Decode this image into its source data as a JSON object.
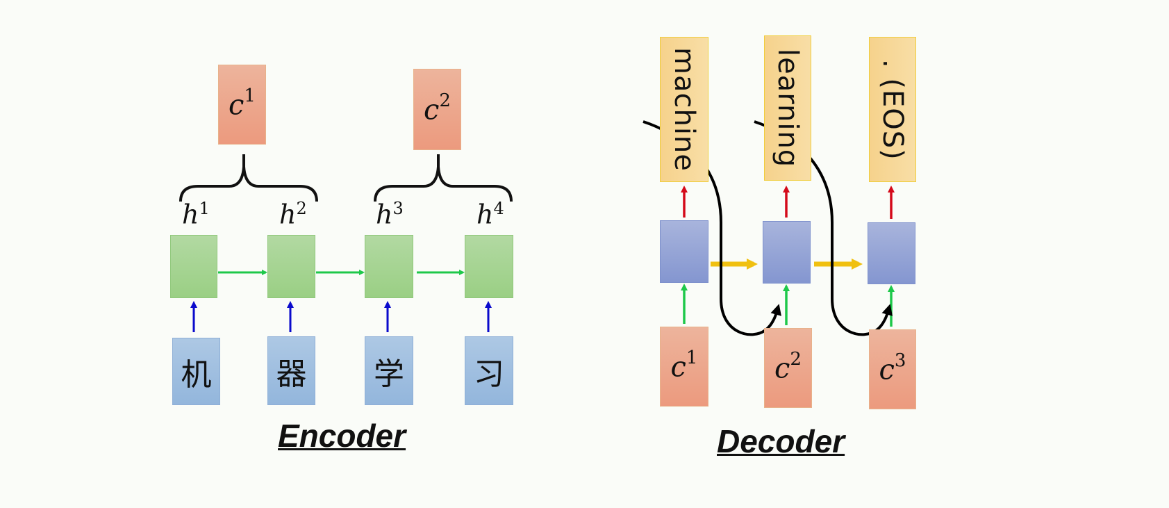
{
  "colors": {
    "background": "#fafcf8",
    "context_box": "#ec9f84",
    "hidden_box": "#a3d48e",
    "input_box": "#9dbde0",
    "decoder_box": "#95a4d6",
    "output_box": "#f7d899",
    "arrow_hidden": "#1ec84a",
    "arrow_input": "#0a0acc",
    "arrow_output": "#d40a1a",
    "arrow_decoder_state": "#f0c010",
    "curve": "#000000"
  },
  "encoder": {
    "caption": "Encoder",
    "inputs": [
      "机",
      "器",
      "学",
      "习"
    ],
    "hidden": [
      {
        "base": "h",
        "sup": "1"
      },
      {
        "base": "h",
        "sup": "2"
      },
      {
        "base": "h",
        "sup": "3"
      },
      {
        "base": "h",
        "sup": "4"
      }
    ],
    "contexts": [
      {
        "base": "c",
        "sup": "1",
        "groups": [
          "h1",
          "h2"
        ]
      },
      {
        "base": "c",
        "sup": "2",
        "groups": [
          "h3",
          "h4"
        ]
      }
    ]
  },
  "decoder": {
    "caption": "Decoder",
    "outputs": [
      "machine",
      "learning",
      ". (EOS)"
    ],
    "contexts": [
      {
        "base": "c",
        "sup": "1"
      },
      {
        "base": "c",
        "sup": "2"
      },
      {
        "base": "c",
        "sup": "3"
      }
    ]
  }
}
